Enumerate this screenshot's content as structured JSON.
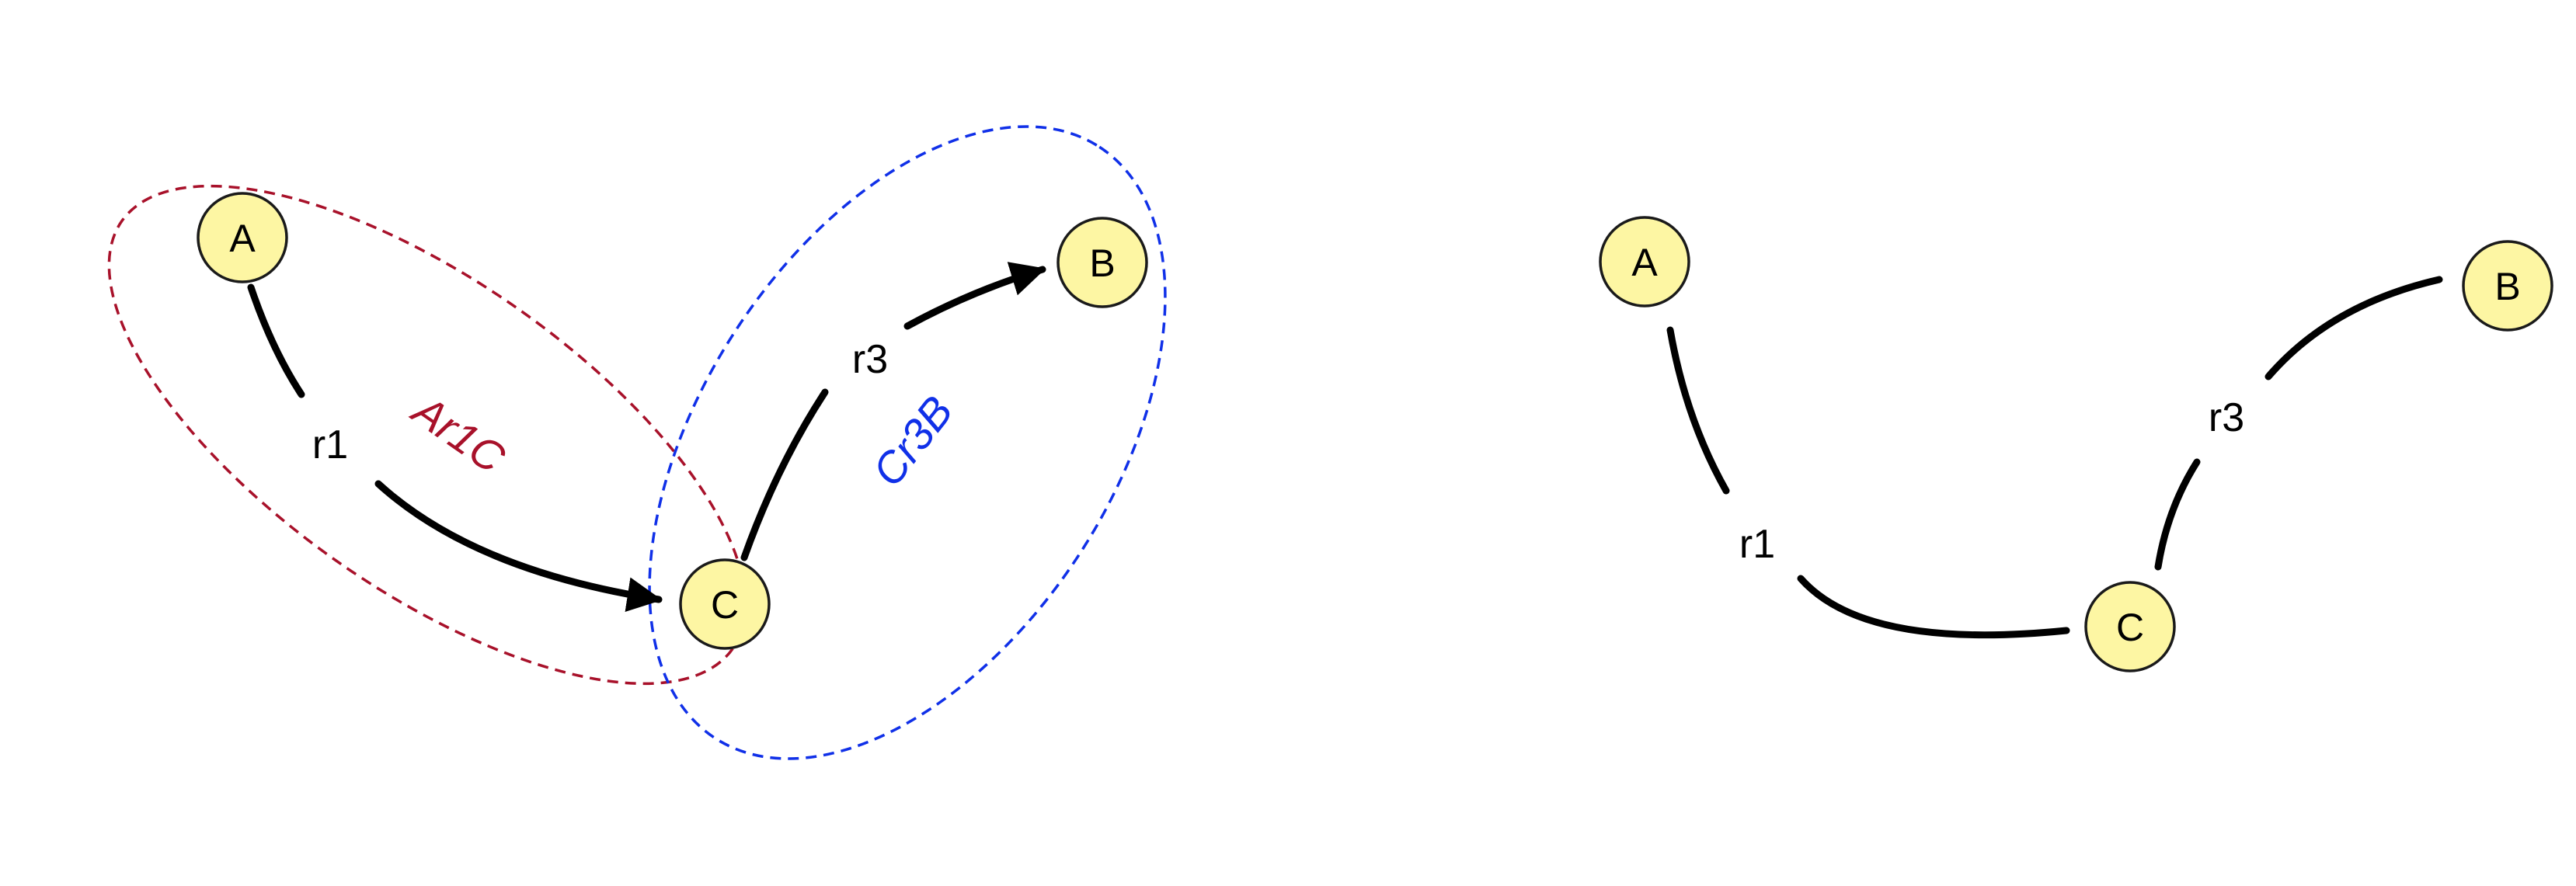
{
  "diagram_left": {
    "nodes": {
      "a": "A",
      "b": "B",
      "c": "C"
    },
    "edges": {
      "r1": "r1",
      "r3": "r3"
    },
    "groups": {
      "ar1c": {
        "label": "Ar1C",
        "color": "#a8112a"
      },
      "cr3b": {
        "label": "Cr3B",
        "color": "#1030e8"
      }
    }
  },
  "diagram_right": {
    "nodes": {
      "a": "A",
      "b": "B",
      "c": "C"
    },
    "edges": {
      "r1": "r1",
      "r3": "r3"
    }
  }
}
